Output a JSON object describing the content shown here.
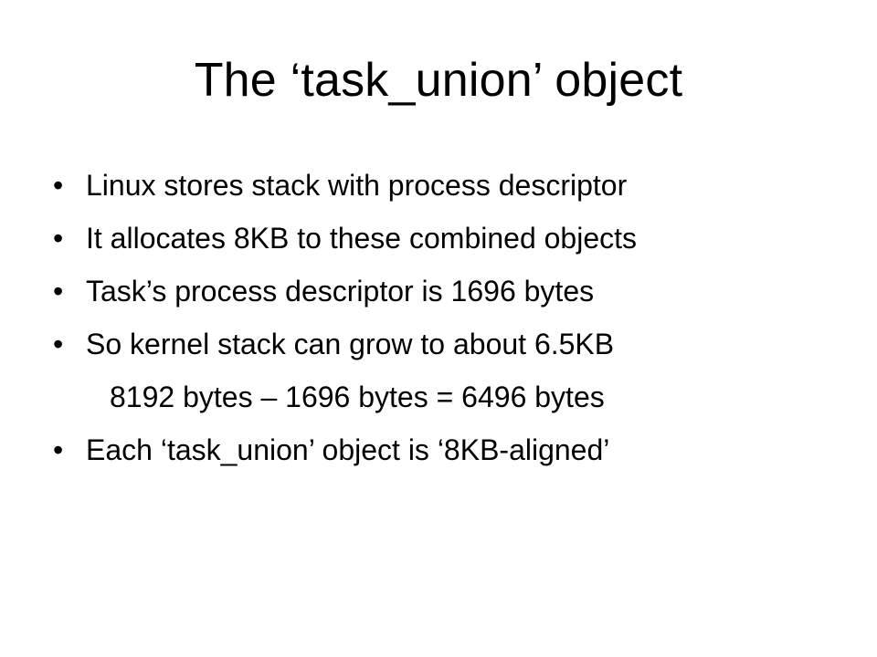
{
  "slide": {
    "title": "The ‘task_union’ object",
    "bullet_glyph": "•",
    "items": [
      {
        "kind": "bullet",
        "text": "Linux stores stack with process descriptor"
      },
      {
        "kind": "bullet",
        "text": "It allocates 8KB to these combined objects"
      },
      {
        "kind": "bullet",
        "text": "Task’s process descriptor is 1696 bytes"
      },
      {
        "kind": "bullet",
        "text": "So kernel stack can grow to about 6.5KB"
      },
      {
        "kind": "indent",
        "text": "8192 bytes – 1696 bytes = 6496 bytes"
      },
      {
        "kind": "bullet",
        "text": "Each ‘task_union’ object is ‘8KB-aligned’"
      }
    ]
  }
}
